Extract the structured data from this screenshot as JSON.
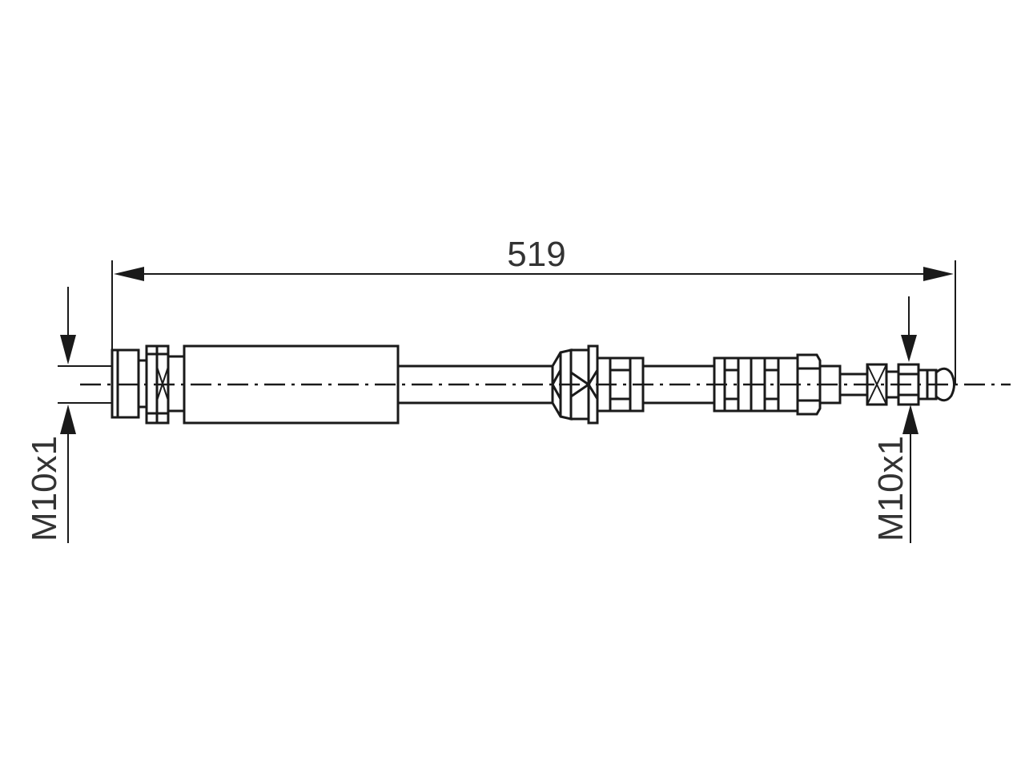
{
  "drawing": {
    "length_label": "519",
    "thread_left_label": "M10x1",
    "thread_right_label": "M10x1"
  }
}
